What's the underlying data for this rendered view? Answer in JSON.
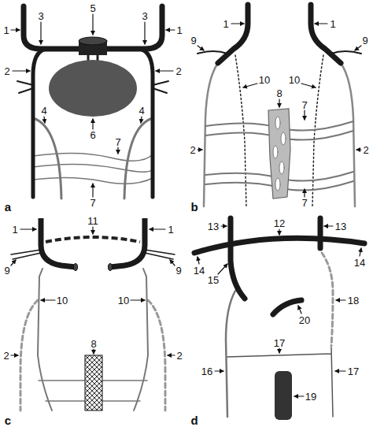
{
  "diagram": {
    "labels": [
      "1",
      "1",
      "3",
      "3",
      "5",
      "2",
      "2",
      "4",
      "4",
      "6",
      "7",
      "7",
      "a",
      "1",
      "1",
      "9",
      "9",
      "10",
      "10",
      "8",
      "2",
      "2",
      "7",
      "7",
      "b",
      "1",
      "1",
      "11",
      "9",
      "9",
      "10",
      "10",
      "2",
      "2",
      "8",
      "c",
      "13",
      "13",
      "12",
      "14",
      "14",
      "15",
      "16",
      "17",
      "17",
      "18",
      "19",
      "20",
      "d"
    ]
  }
}
